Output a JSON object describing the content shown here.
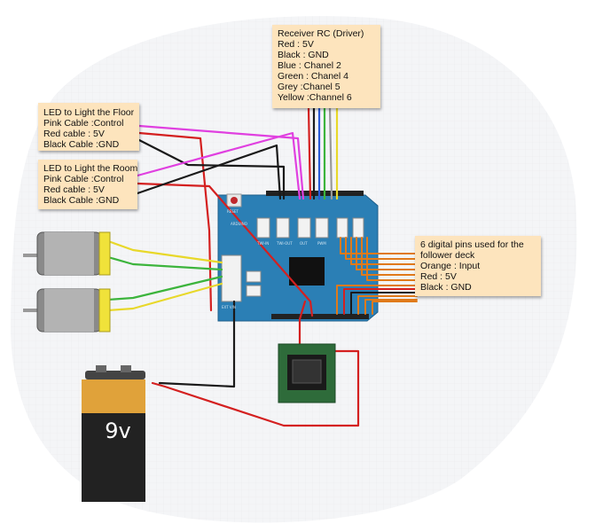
{
  "notes": {
    "receiver": {
      "lines": [
        "Receiver RC (Driver)",
        "Red : 5V",
        "Black : GND",
        "Blue : Chanel 2",
        "Green : Chanel 4",
        "Grey :Chanel 5",
        "Yellow :Channel 6"
      ]
    },
    "led_floor": {
      "lines": [
        "LED to Light the Floor",
        "Pink Cable :Control",
        "Red cable : 5V",
        "Black Cable :GND"
      ]
    },
    "led_room": {
      "lines": [
        "LED to Light the Room",
        "Pink Cable :Control",
        "Red cable : 5V",
        "Black Cable :GND"
      ]
    },
    "follower": {
      "lines": [
        "6 digital pins used for the",
        "follower deck",
        "Orange : Input",
        "Red : 5V",
        "Black : GND"
      ]
    }
  },
  "battery": {
    "label": "9v"
  },
  "board": {
    "reset_label": "RESET",
    "brand": "ARDUINO",
    "connectors": [
      "TWI-IN",
      "TWI-OUT",
      "OUT",
      "PWM"
    ],
    "power_label": "EXT VIN"
  },
  "colors": {
    "pink": "#e040e0",
    "red": "#d42020",
    "black": "#1a1a1a",
    "blue": "#2a5bd7",
    "green": "#3cb43c",
    "grey": "#9a9a9a",
    "yellow": "#e8d82a",
    "orange": "#e07a1a",
    "board": "#2b7fb5",
    "note": "#fde4bd",
    "switch": "#2e6b3a"
  }
}
